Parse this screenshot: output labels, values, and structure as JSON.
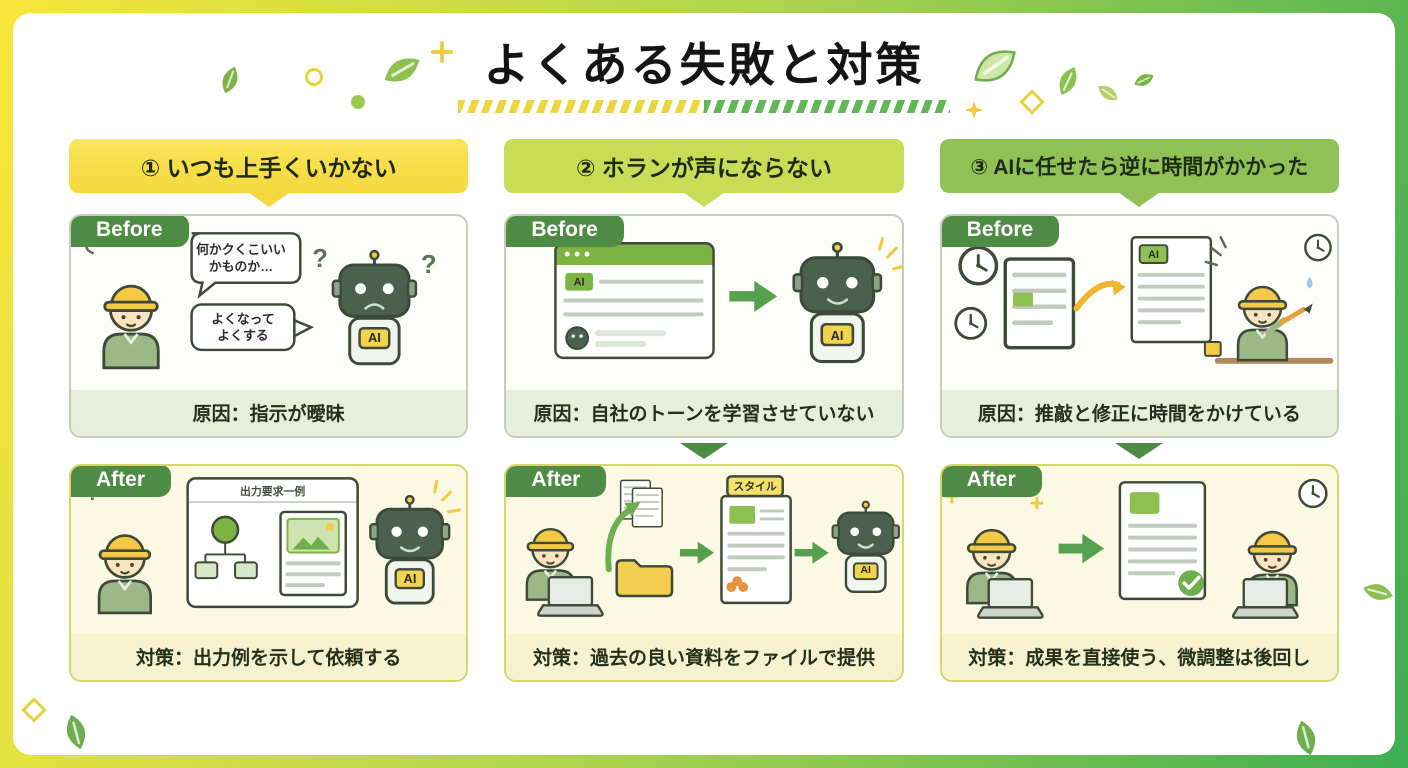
{
  "page": {
    "title": "よくある失敗と対策"
  },
  "labels": {
    "before": "Before",
    "after": "After",
    "ai": "AI",
    "q": "?"
  },
  "columns": [
    {
      "header": "① いつも上手くいかない",
      "before_caption": "原因：指示が曖昧",
      "after_caption": "対策：出力例を示して依頼する",
      "bubbles": {
        "b1l1": "何かクくこいい",
        "b1l2": "かものか…",
        "b2l1": "よくなって",
        "b2l2": "よくする"
      },
      "window_title": "出力要求一例"
    },
    {
      "header": "② ホランが声にならない",
      "before_caption": "原因：自社のトーンを学習させていない",
      "after_caption": "対策：過去の良い資料をファイルで提供",
      "style_tag": "スタイル"
    },
    {
      "header": "③ AIに任せたら逆に時間がかかった",
      "before_caption": "原因：推敲と修正に時間をかけている",
      "after_caption": "対策：成果を直接使う、微調整は後回し"
    }
  ],
  "colors": {
    "frame_yellow": "#f8e73a",
    "frame_green": "#3fae53",
    "header1_bg": "#f4d83e",
    "header2_bg": "#c8dc55",
    "header3_bg": "#8fc157",
    "badge_green": "#4e8c45",
    "before_caption_bg": "#e7efdb",
    "after_card_bg": "#fbf9e3",
    "after_caption_bg": "#f6f2cf"
  }
}
